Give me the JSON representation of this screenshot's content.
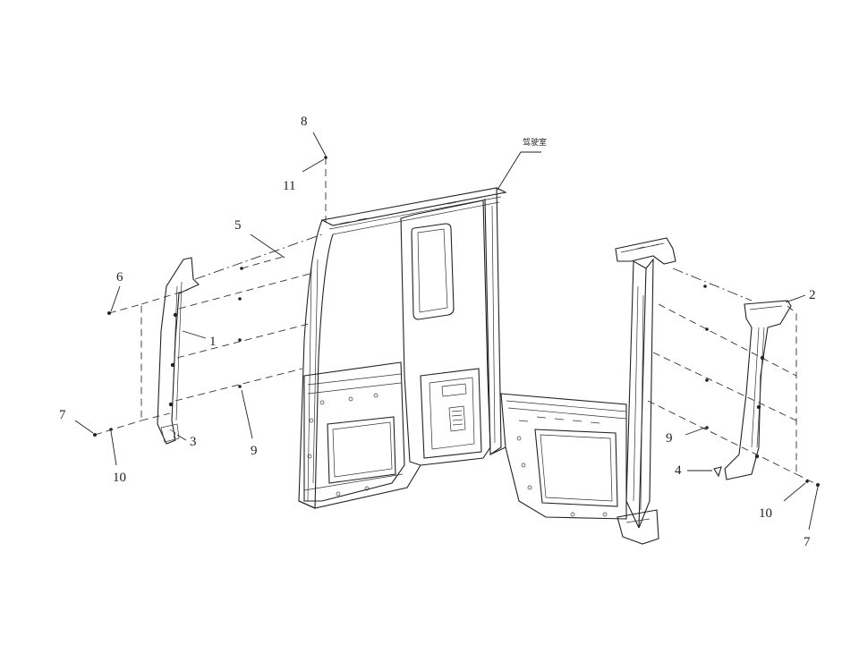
{
  "diagram": {
    "cab_label": "驾驶室",
    "callouts": [
      {
        "id": "c1",
        "text": "1"
      },
      {
        "id": "c2",
        "text": "2"
      },
      {
        "id": "c3",
        "text": "3"
      },
      {
        "id": "c4",
        "text": "4"
      },
      {
        "id": "c5",
        "text": "5"
      },
      {
        "id": "c6",
        "text": "6"
      },
      {
        "id": "c7a",
        "text": "7"
      },
      {
        "id": "c7b",
        "text": "7"
      },
      {
        "id": "c8",
        "text": "8"
      },
      {
        "id": "c9a",
        "text": "9"
      },
      {
        "id": "c9b",
        "text": "9"
      },
      {
        "id": "c10a",
        "text": "10"
      },
      {
        "id": "c10b",
        "text": "10"
      },
      {
        "id": "c11",
        "text": "11"
      }
    ]
  }
}
